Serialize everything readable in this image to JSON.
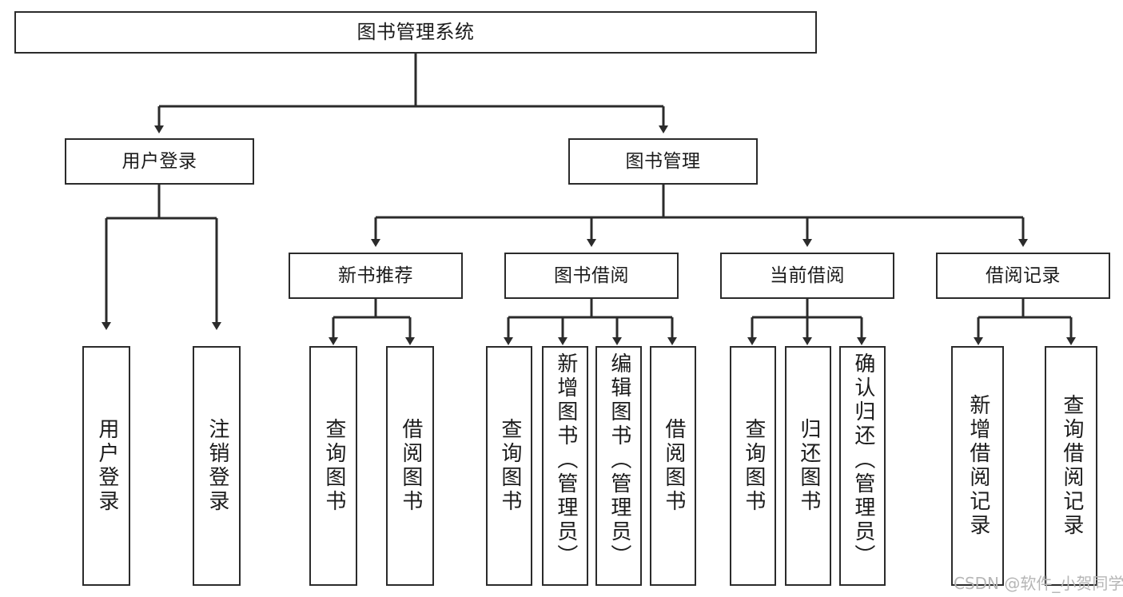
{
  "diagram": {
    "title": "图书管理系统",
    "type": "tree-structure-chart",
    "root": {
      "label": "图书管理系统"
    },
    "level2": [
      {
        "label": "用户登录"
      },
      {
        "label": "图书管理"
      }
    ],
    "level3": [
      {
        "label": "新书推荐"
      },
      {
        "label": "图书借阅"
      },
      {
        "label": "当前借阅"
      },
      {
        "label": "借阅记录"
      }
    ],
    "leaves": {
      "user_login": [
        {
          "label": "用户登录"
        },
        {
          "label": "注销登录"
        }
      ],
      "new_book_recommend": [
        {
          "label": "查询图书"
        },
        {
          "label": "借阅图书"
        }
      ],
      "book_borrow": [
        {
          "label": "查询图书"
        },
        {
          "label": "新增图书（管理员）"
        },
        {
          "label": "编辑图书（管理员）"
        },
        {
          "label": "借阅图书"
        }
      ],
      "current_borrow": [
        {
          "label": "查询图书"
        },
        {
          "label": "归还图书"
        },
        {
          "label": "确认归还（管理员）"
        }
      ],
      "borrow_record": [
        {
          "label": "新增借阅记录"
        },
        {
          "label": "查询借阅记录"
        }
      ]
    }
  },
  "watermark": {
    "text": "CSDN @软件_小贺同学"
  },
  "colors": {
    "border": "#2b2b2b",
    "background": "#ffffff",
    "text": "#1b1b1b",
    "watermark": "#b6b6b6"
  }
}
